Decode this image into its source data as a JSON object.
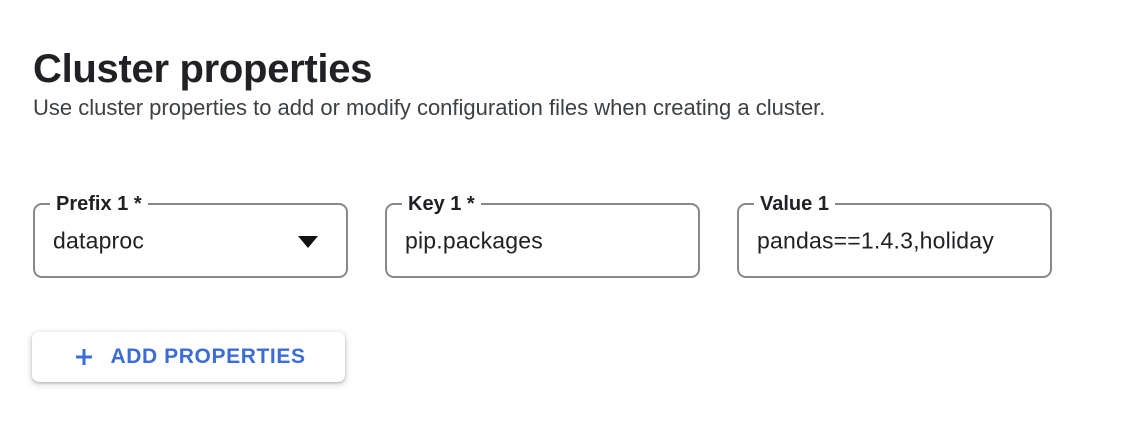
{
  "page": {
    "background_color": "#ffffff"
  },
  "header": {
    "title": "Cluster properties",
    "description": "Use cluster properties to add or modify configuration files when creating a cluster."
  },
  "fields": [
    {
      "label": "Prefix 1 *",
      "value": "dataproc",
      "control": "select",
      "trailing_icon": "dropdown-arrow-icon"
    },
    {
      "label": "Key 1 *",
      "value": "pip.packages",
      "control": "text-input"
    },
    {
      "label": "Value 1",
      "value": "pandas==1.4.3,holiday",
      "control": "text-input",
      "text_truncated": true
    }
  ],
  "add_button": {
    "label": "ADD PROPERTIES",
    "icon": "plus-icon"
  },
  "colors": {
    "accent_blue": "#3c6dd5",
    "field_border": "#85898d",
    "text_primary": "#202124",
    "text_secondary": "#3c4043"
  }
}
